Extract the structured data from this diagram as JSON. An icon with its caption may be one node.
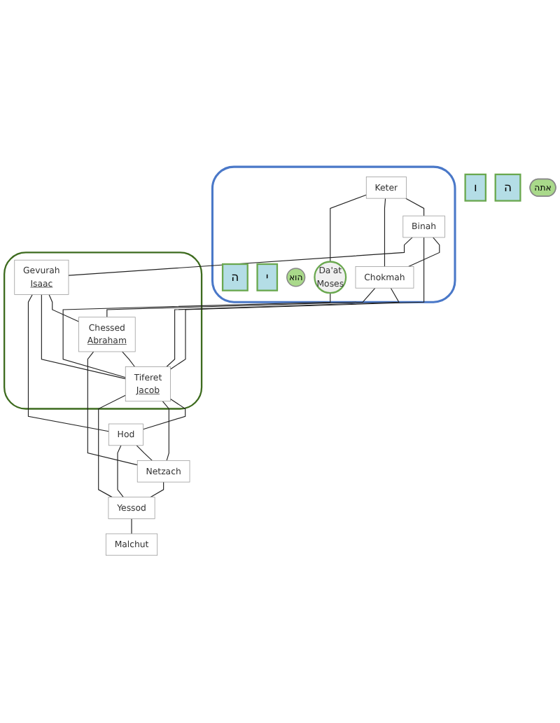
{
  "diagram": {
    "nodes": [
      {
        "text": [],
        "shape": "loop"
      },
      {
        "text": [
          "Keter"
        ],
        "in": 0
      },
      {
        "text": [
          "ה"
        ],
        "in": 0
      },
      {
        "text": [
          "י"
        ],
        "in": 0
      },
      {
        "text": [
          "הוא"
        ],
        "in": 0
      },
      {
        "text": [
          "Binah"
        ],
        "in": 0
      },
      {
        "text": [
          "Chokmah"
        ],
        "in": 0
      },
      {
        "text": [
          "Da'at",
          "Moses"
        ],
        "in": 0
      },
      {
        "text": [],
        "shape": "loop"
      },
      {
        "text": [
          "Gevurah",
          "Isaac"
        ],
        "in": 8
      },
      {
        "text": [
          "Chessed",
          "Abraham"
        ],
        "in": 8
      },
      {
        "text": [
          "ו"
        ]
      },
      {
        "text": [
          "Tiferet",
          "Jacob"
        ],
        "in": 8
      },
      {
        "text": [
          "Hod"
        ]
      },
      {
        "text": [
          "Netzach"
        ]
      },
      {
        "text": [
          "Yessod"
        ]
      },
      {
        "text": [
          "ה"
        ]
      },
      {
        "text": [
          "אתה"
        ]
      },
      {
        "text": [
          "Malchut"
        ]
      }
    ],
    "edges": [
      {
        "from": 1,
        "to": 5,
        "arrow": "none"
      },
      {
        "from": 1,
        "to": 6,
        "arrow": "none"
      },
      {
        "from": 1,
        "to": 7,
        "arrow": "none"
      },
      {
        "from": 5,
        "to": 6,
        "arrow": "none"
      },
      {
        "from": 7,
        "to": 12,
        "arrow": "none"
      },
      {
        "from": 5,
        "to": 12,
        "arrow": "none"
      },
      {
        "from": 6,
        "to": 12,
        "arrow": "none"
      },
      {
        "from": 5,
        "to": 9,
        "arrow": "none"
      },
      {
        "from": 6,
        "to": 10,
        "arrow": "none"
      },
      {
        "from": 9,
        "to": 10,
        "arrow": "none"
      },
      {
        "from": 9,
        "to": 12,
        "arrow": "none"
      },
      {
        "from": 10,
        "to": 12,
        "arrow": "none"
      },
      {
        "from": 9,
        "to": 13,
        "arrow": "none"
      },
      {
        "from": 10,
        "to": 14,
        "arrow": "none"
      },
      {
        "from": 12,
        "to": 13,
        "arrow": "none"
      },
      {
        "from": 12,
        "to": 14,
        "arrow": "none"
      },
      {
        "from": 13,
        "to": 14,
        "arrow": "none"
      },
      {
        "from": 12,
        "to": 15,
        "arrow": "none"
      },
      {
        "from": 13,
        "to": 15,
        "arrow": "none"
      },
      {
        "from": 14,
        "to": 15,
        "arrow": "none"
      },
      {
        "from": 15,
        "to": 18,
        "arrow": "none"
      }
    ]
  }
}
